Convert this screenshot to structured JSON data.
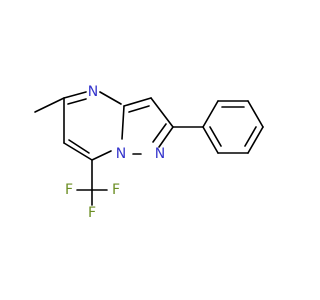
{
  "molecule": {
    "atoms": [
      {
        "id": "N4",
        "label": "N",
        "color": "#3333cc"
      },
      {
        "id": "N7a",
        "label": "N",
        "color": "#3333cc"
      },
      {
        "id": "N1",
        "label": "N",
        "color": "#3333cc"
      },
      {
        "id": "F1",
        "label": "F",
        "color": "#6b8e23"
      },
      {
        "id": "F2",
        "label": "F",
        "color": "#6b8e23"
      },
      {
        "id": "F3",
        "label": "F",
        "color": "#6b8e23"
      }
    ]
  }
}
